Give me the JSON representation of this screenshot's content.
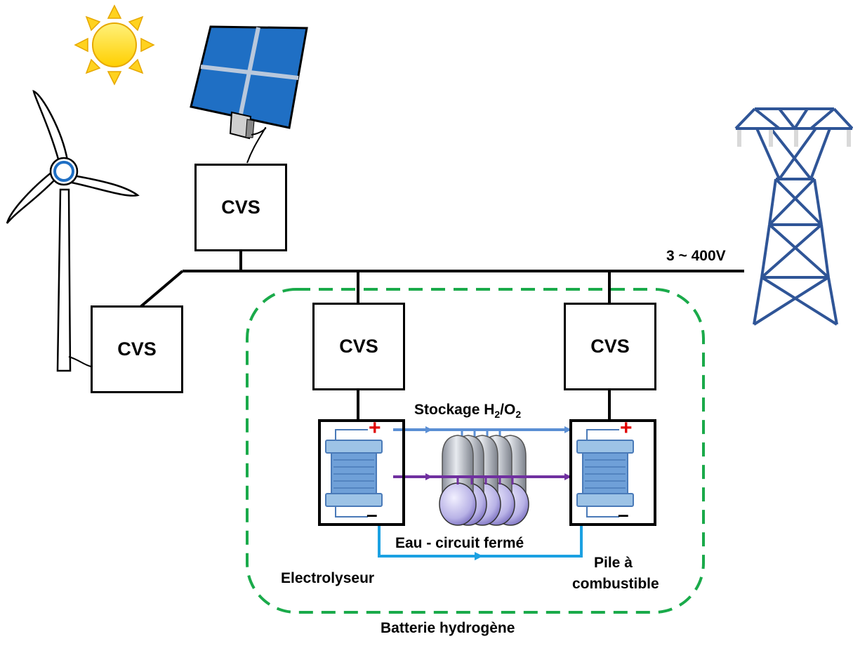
{
  "converters": {
    "wind": "CVS",
    "solar": "CVS",
    "electrolyzer": "CVS",
    "fuel_cell": "CVS"
  },
  "grid": {
    "voltage_label": "3 ~ 400V"
  },
  "storage": {
    "label_main": "Stockage H",
    "sub1": "2",
    "slash": "/O",
    "sub2": "2"
  },
  "water_loop": {
    "label": "Eau - circuit fermé"
  },
  "electrolyzer": {
    "label": "Electrolyseur",
    "plus": "+",
    "minus": "–"
  },
  "fuel_cell": {
    "line1": "Pile à",
    "line2": "combustible",
    "plus": "+",
    "minus": "–"
  },
  "hydrogen_battery": {
    "label": "Batterie hydrogène"
  },
  "colors": {
    "dashed_border": "#1aaa4a",
    "h2_line": "#5b8fd4",
    "o2_line": "#7030a0",
    "water_line": "#1ba1e2",
    "pylon": "#2f5597",
    "solar_panel": "#1f6fc4",
    "sun": "#ffd21f",
    "plus_sign": "#e00000"
  },
  "icons": [
    "sun-icon",
    "solar-panel-icon",
    "wind-turbine-icon",
    "power-pylon-icon",
    "gas-tank-icon",
    "electrolysis-stack-icon",
    "fuel-cell-stack-icon"
  ]
}
